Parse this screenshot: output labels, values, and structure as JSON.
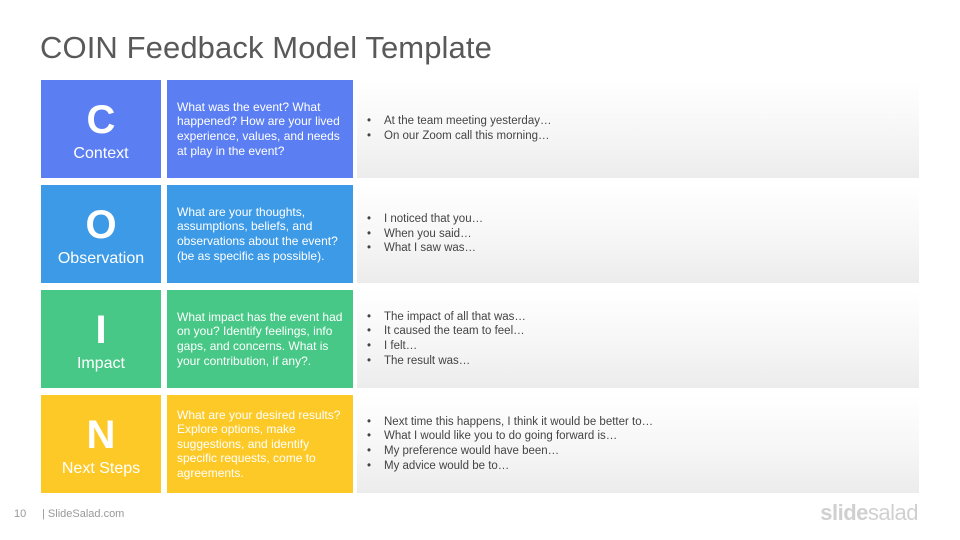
{
  "slide": {
    "title": "COIN Feedback Model Template",
    "page_number": "10",
    "site": "| SlideSalad.com",
    "brand_bold": "slide",
    "brand_light": "salad"
  },
  "colors": {
    "context": "#5b7ff3",
    "observation": "#3d9ae6",
    "impact": "#47c886",
    "next_steps": "#fdc926"
  },
  "rows": [
    {
      "letter": "C",
      "word": "Context",
      "question": "What was the event? What happened? How are your lived experience, values, and needs at play in the event?",
      "examples": [
        "At the team meeting yesterday…",
        "On our Zoom call this morning…"
      ]
    },
    {
      "letter": "O",
      "word": "Observation",
      "question": "What are your thoughts, assumptions, beliefs, and observations about the event? (be as specific as possible).",
      "examples": [
        "I noticed that you…",
        "When you said…",
        "What I saw was…"
      ]
    },
    {
      "letter": "I",
      "word": "Impact",
      "question": "What impact has the event had on you? Identify feelings, info gaps, and concerns. What is your contribution, if any?.",
      "examples": [
        "The impact of all that was…",
        "It caused the team to feel…",
        "I felt…",
        "The result was…"
      ]
    },
    {
      "letter": "N",
      "word": "Next Steps",
      "question": "What are your desired results? Explore options, make suggestions, and identify specific requests, come to agreements.",
      "examples": [
        "Next time this happens, I think it would be better to…",
        "What I would like you to do going forward is…",
        "My preference would have been…",
        "My advice would be to…"
      ]
    }
  ]
}
